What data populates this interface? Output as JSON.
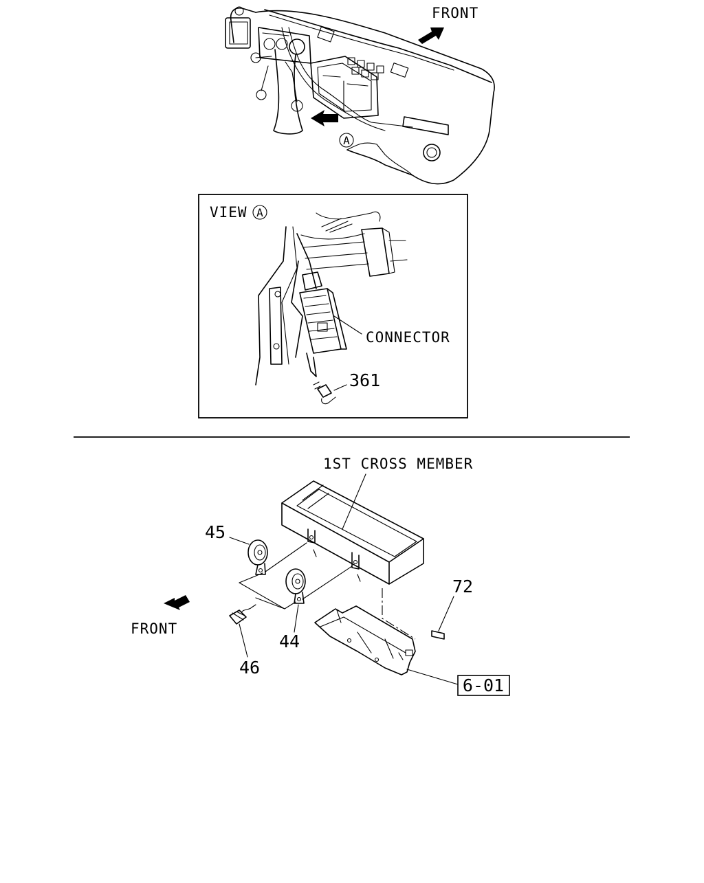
{
  "top_view": {
    "front_label": "FRONT",
    "view_marker": "A"
  },
  "detail_view": {
    "title_prefix": "VIEW",
    "title_marker": "A",
    "connector_label": "CONNECTOR",
    "part_361": "361"
  },
  "bottom_view": {
    "cross_member_label": "1ST CROSS MEMBER",
    "front_label": "FRONT",
    "part_45": "45",
    "part_44": "44",
    "part_46": "46",
    "part_72": "72",
    "ref_box": "6-01"
  }
}
